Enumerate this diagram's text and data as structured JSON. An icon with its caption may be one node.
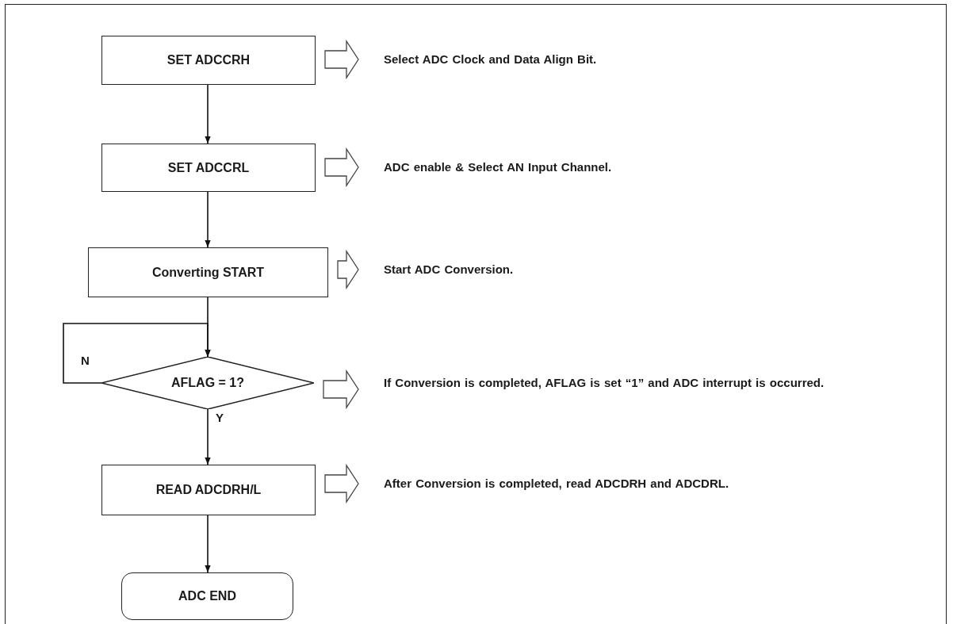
{
  "diagram": {
    "nodes": [
      {
        "text": [
          "SET ADCCRH"
        ]
      },
      {
        "text": [
          "SET ADCCRL"
        ]
      },
      {
        "text": [
          "Converting START"
        ]
      },
      {
        "text": [
          "AFLAG = 1?"
        ]
      },
      {
        "text": [
          "READ ADCDRH/L"
        ]
      },
      {
        "text": [
          "ADC END"
        ]
      },
      {
        "text": [
          "Select ADC Clock and Data Align Bit."
        ]
      },
      {
        "text": [
          "ADC enable & Select AN Input Channel."
        ]
      },
      {
        "text": [
          "Start ADC Conversion."
        ]
      },
      {
        "text": [
          "If Conversion is completed, AFLAG is set “1” and ADC interrupt is occurred."
        ]
      },
      {
        "text": [
          "After Conversion is completed, read ADCDRH and ADCDRL."
        ]
      }
    ],
    "edges": [
      {
        "from": 0,
        "to": 1,
        "arrow": "to"
      },
      {
        "from": 1,
        "to": 2,
        "arrow": "to"
      },
      {
        "from": 2,
        "to": 3,
        "arrow": "to"
      },
      {
        "from": 3,
        "to": 3,
        "arrow": "to",
        "label": "N"
      },
      {
        "from": 3,
        "to": 4,
        "arrow": "to",
        "label": "Y"
      },
      {
        "from": 4,
        "to": 5,
        "arrow": "to"
      },
      {
        "from": 0,
        "to": 6,
        "arrow": "to",
        "style": "thick"
      },
      {
        "from": 1,
        "to": 7,
        "arrow": "to",
        "style": "thick"
      },
      {
        "from": 2,
        "to": 8,
        "arrow": "to",
        "style": "thick"
      },
      {
        "from": 3,
        "to": 9,
        "arrow": "to",
        "style": "thick"
      },
      {
        "from": 4,
        "to": 10,
        "arrow": "to",
        "style": "thick"
      }
    ]
  }
}
